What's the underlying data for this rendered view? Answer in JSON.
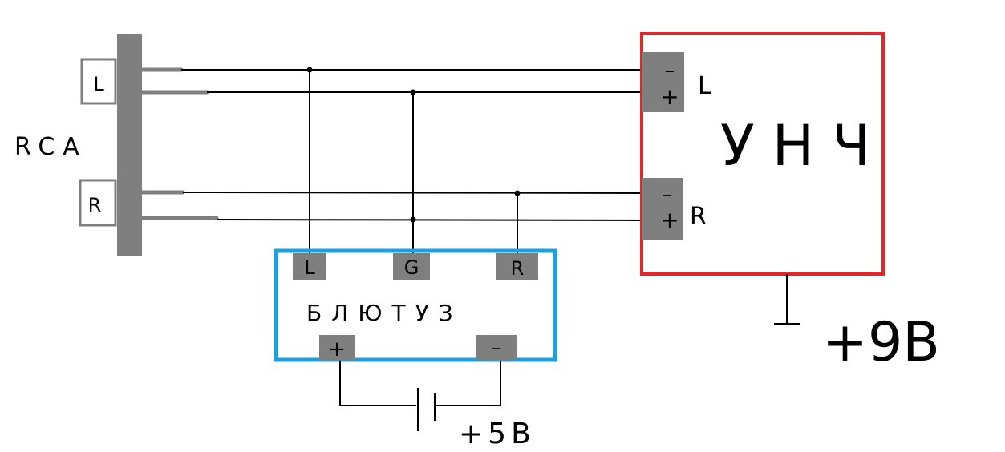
{
  "rca": {
    "label": "RCA",
    "jack_left": "L",
    "jack_right": "R"
  },
  "amplifier": {
    "title": "УНЧ",
    "channel_left": "L",
    "channel_right": "R",
    "minus": "–",
    "plus": "+",
    "supply": "+9В",
    "color": "#e8232a"
  },
  "bluetooth": {
    "title": "БЛЮТУЗ",
    "pin_left": "L",
    "pin_ground": "G",
    "pin_right": "R",
    "plus": "+",
    "minus": "–",
    "supply": "+5В",
    "color": "#1ba1e2"
  }
}
